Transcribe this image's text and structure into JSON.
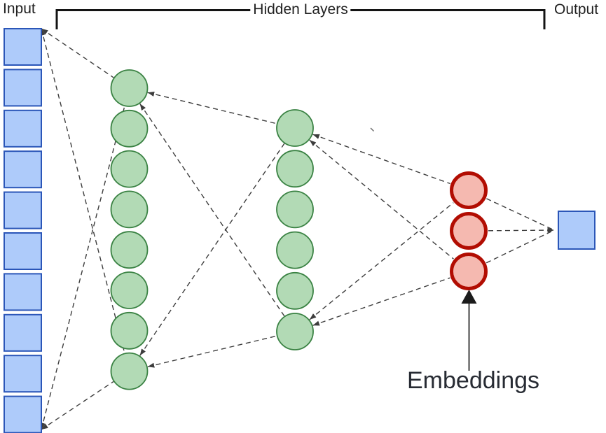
{
  "diagram": {
    "title_labels": {
      "input": "Input",
      "hidden_layers": "Hidden Layers",
      "output": "Output"
    },
    "annotation": {
      "embeddings_label": "Embeddings",
      "arrow_icon": "up-arrow-icon"
    },
    "layers": [
      {
        "id": "input",
        "role": "input layer",
        "shape": "square",
        "count": 10,
        "fill": "#aecbfa",
        "stroke": "#2b56b8"
      },
      {
        "id": "hidden-1",
        "role": "hidden layer 1",
        "shape": "circle",
        "count": 8,
        "fill": "#b2dab5",
        "stroke": "#3a8243"
      },
      {
        "id": "hidden-2",
        "role": "hidden layer 2",
        "shape": "circle",
        "count": 6,
        "fill": "#b2dab5",
        "stroke": "#3a8243"
      },
      {
        "id": "embeddings",
        "role": "embedding layer",
        "shape": "circle",
        "count": 3,
        "fill": "#f5b9b0",
        "stroke": "#b20d02"
      },
      {
        "id": "output",
        "role": "output layer",
        "shape": "square",
        "count": 1,
        "fill": "#aecbfa",
        "stroke": "#2b56b8"
      }
    ],
    "connector_style": {
      "color": "#3d3d3d",
      "dash": "7 5"
    },
    "bracket_color": "#141414",
    "pointer_color": "#1b1b1b"
  }
}
